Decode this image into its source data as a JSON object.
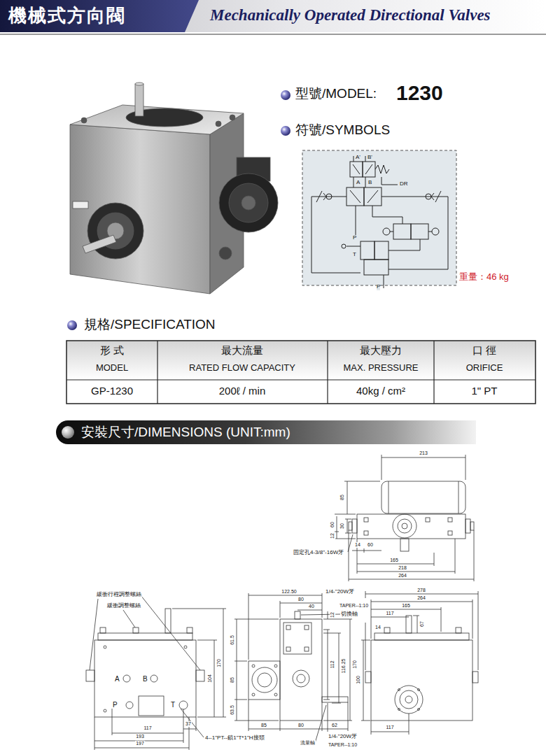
{
  "diagram": {
    "title": "機械式方向閥",
    "nodes": [
      {
        "text": [
          "安裝尺寸/DIMENSIONS (UNIT:mm)"
        ]
      }
    ],
    "labels": [
      "Mechanically Operated Directional Valves",
      "型號/MODEL:",
      "1230",
      "符號/SYMBOLS",
      "A'",
      "B'",
      "A",
      "B",
      "DR",
      "P",
      "T",
      "P",
      "重量：46 kg",
      "規格/SPECIFICATION",
      "形 式",
      "MODEL",
      "最大流量",
      "RATED FLOW CAPACITY",
      "最大壓力",
      "MAX. PRESSURE",
      "口 徑",
      "ORIFICE",
      "GP-1230",
      "200ℓ / min",
      "40kg / cm²",
      "1\" PT",
      "213",
      "85",
      "60",
      "12",
      "30",
      "14",
      "60",
      "固定孔4-3/8\"-16W牙",
      "165",
      "218",
      "264",
      "緩衝行程調整螺絲",
      "緩衝調整螺絲",
      "A",
      "B",
      "P",
      "T",
      "104",
      "170",
      "37",
      "117",
      "193",
      "197",
      "4--1\"PT--鎖1\"T*1\"H接頭",
      "122.50",
      "80",
      "40",
      "1/4-\"20W牙",
      "TAPER--1:10",
      "切換軸",
      "12",
      "112",
      "116.25",
      "170",
      "61.5",
      "85",
      "63.5",
      "85",
      "80",
      "62",
      "1/4-\"20W牙",
      "TAPER--1:10",
      "流量軸",
      "278",
      "264",
      "165",
      "117",
      "67",
      "14",
      "100",
      "117"
    ]
  }
}
